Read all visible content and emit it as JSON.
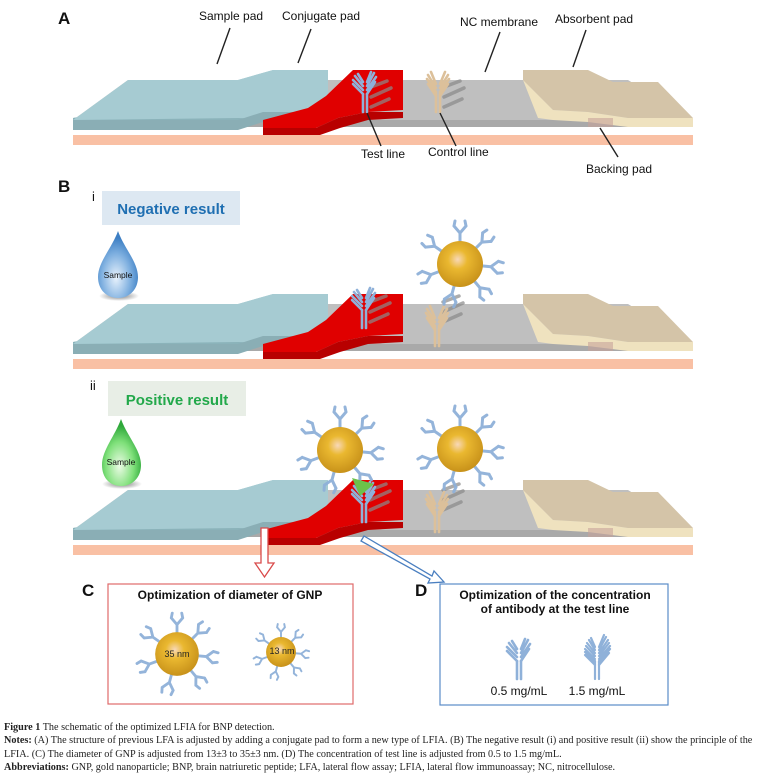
{
  "panels": {
    "A": {
      "letter": "A",
      "labels": {
        "sample_pad": "Sample pad",
        "conjugate_pad": "Conjugate pad",
        "nc_membrane": "NC membrane",
        "absorbent_pad": "Absorbent pad",
        "test_line": "Test line",
        "control_line": "Control line",
        "backing_pad": "Backing pad"
      }
    },
    "B": {
      "letter": "B",
      "negative": {
        "numeral": "i",
        "title": "Negative result",
        "drop_label": "Sample"
      },
      "positive": {
        "numeral": "ii",
        "title": "Positive result",
        "drop_label": "Sample"
      }
    },
    "C": {
      "letter": "C",
      "title": "Optimization of diameter of GNP",
      "particles": [
        {
          "label": "35 nm",
          "diameter_nm": 35
        },
        {
          "label": "13 nm",
          "diameter_nm": 13
        }
      ]
    },
    "D": {
      "letter": "D",
      "title_line1": "Optimization of the concentration",
      "title_line2": "of antibody at the test line",
      "concentrations": [
        {
          "label": "0.5 mg/mL",
          "value_mg_per_ml": 0.5
        },
        {
          "label": "1.5 mg/mL",
          "value_mg_per_ml": 1.5
        }
      ]
    }
  },
  "colors": {
    "sample_pad": "#a6cbd2",
    "conjugate_pad": "#e00000",
    "nc_membrane": "#bfbfbf",
    "absorbent_pad": "#d4c4a8",
    "backing_pad": "#f9c0a4",
    "test_line_antibody": "#8fb1d9",
    "control_line_antibody": "#dcc09a",
    "gold_nanoparticle": "#e6b22a",
    "analyte": "#6cc24a",
    "negative_title": "#1f6fb2",
    "positive_title": "#22a84a",
    "box_C_border": "#e06a6a",
    "box_D_border": "#5b8cc8"
  },
  "caption": {
    "figure_label": "Figure 1",
    "figure_title": "The schematic of the optimized LFIA for BNP detection.",
    "notes_label": "Notes:",
    "notes_text": "(A) The structure of previous LFA is adjusted by adding a conjugate pad to form a new type of LFIA. (B) The negative result (i) and positive result (ii) show the principle of the LFIA. (C) The diameter of GNP is adjusted from 13±3 to 35±3 nm. (D) The concentration of test line is adjusted from 0.5 to 1.5 mg/mL.",
    "abbreviations_label": "Abbreviations:",
    "abbreviations_text": "GNP, gold nanoparticle; BNP, brain natriuretic peptide; LFA, lateral flow assay; LFIA, lateral flow immunoassay; NC, nitrocellulose."
  }
}
